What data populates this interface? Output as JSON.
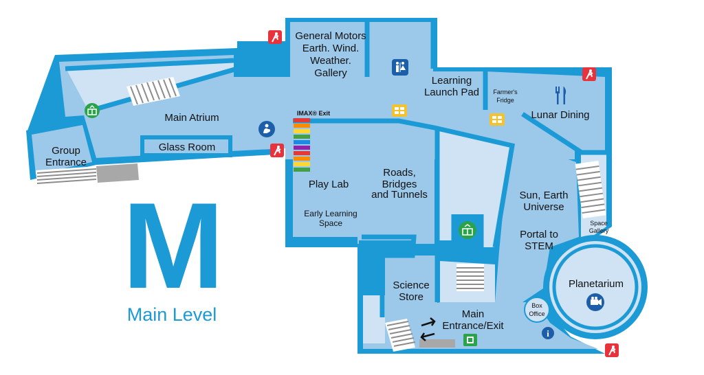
{
  "level": {
    "letter": "M",
    "name": "Main Level"
  },
  "colors": {
    "wall": "#1c9ad6",
    "floor": "#9cc8ea",
    "light_floor": "#cfe3f5",
    "exit": "#e8323c",
    "restroom": "#1c5fa8",
    "elevator": "#2aa34a",
    "wifi": "#f2c230",
    "info": "#1c5fa8"
  },
  "rooms": {
    "general_motors": "General Motors",
    "gm_line2": "Earth. Wind.",
    "gm_line3": "Weather.",
    "gm_line4": "Gallery",
    "learning": "Learning",
    "launch_pad": "Launch Pad",
    "farmers": "Farmer's",
    "fridge": "Fridge",
    "lunar_dining": "Lunar Dining",
    "main_atrium": "Main Atrium",
    "glass_room": "Glass Room",
    "group": "Group",
    "entrance": "Entrance",
    "imax_exit": "IMAX® Exit",
    "play_lab": "Play Lab",
    "roads": "Roads,",
    "bridges": "Bridges",
    "tunnels": "and Tunnels",
    "early_learning": "Early Learning",
    "space": "Space",
    "sun_earth": "Sun, Earth",
    "universe": "Universe",
    "portal_to": "Portal to",
    "stem": "STEM",
    "space_sm": "Space",
    "gallery_sm": "Gallery",
    "planetarium": "Planetarium",
    "science": "Science",
    "store": "Store",
    "main": "Main",
    "entrance_exit": "Entrance/Exit",
    "box": "Box",
    "office": "Office"
  },
  "icons": {
    "exit": "emergency-exit-icon",
    "restroom": "restroom-icon",
    "elevator": "elevator-icon",
    "dining": "fork-knife-icon",
    "nursing": "nursing-room-icon",
    "wifi": "wifi-hotspot-icon",
    "info": "info-icon",
    "atm": "atm-icon",
    "camera": "movie-camera-icon",
    "arrows": "entrance-exit-arrows-icon"
  }
}
